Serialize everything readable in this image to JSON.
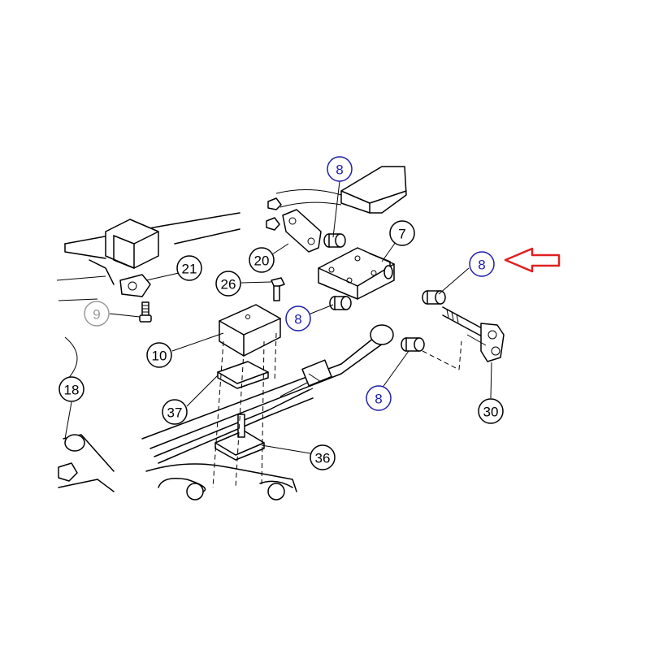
{
  "colors": {
    "background": "#ffffff",
    "line": "#000000",
    "highlight_callout": "#1f1fa8",
    "muted_callout": "#9a9a9a",
    "arrow": "#e02020"
  },
  "callouts": [
    {
      "id": "c8a",
      "label": "8",
      "style": "highlight"
    },
    {
      "id": "c7",
      "label": "7",
      "style": "normal"
    },
    {
      "id": "c8b",
      "label": "8",
      "style": "highlight"
    },
    {
      "id": "c20",
      "label": "20",
      "style": "normal"
    },
    {
      "id": "c21",
      "label": "21",
      "style": "normal"
    },
    {
      "id": "c26",
      "label": "26",
      "style": "normal"
    },
    {
      "id": "c8c",
      "label": "8",
      "style": "highlight"
    },
    {
      "id": "c9",
      "label": "9",
      "style": "muted"
    },
    {
      "id": "c10",
      "label": "10",
      "style": "normal"
    },
    {
      "id": "c8d",
      "label": "8",
      "style": "highlight"
    },
    {
      "id": "c18",
      "label": "18",
      "style": "normal"
    },
    {
      "id": "c37",
      "label": "37",
      "style": "normal"
    },
    {
      "id": "c30",
      "label": "30",
      "style": "normal"
    },
    {
      "id": "c36",
      "label": "36",
      "style": "normal"
    }
  ],
  "pointer": {
    "icon": "red-outline-arrow-left-icon"
  }
}
